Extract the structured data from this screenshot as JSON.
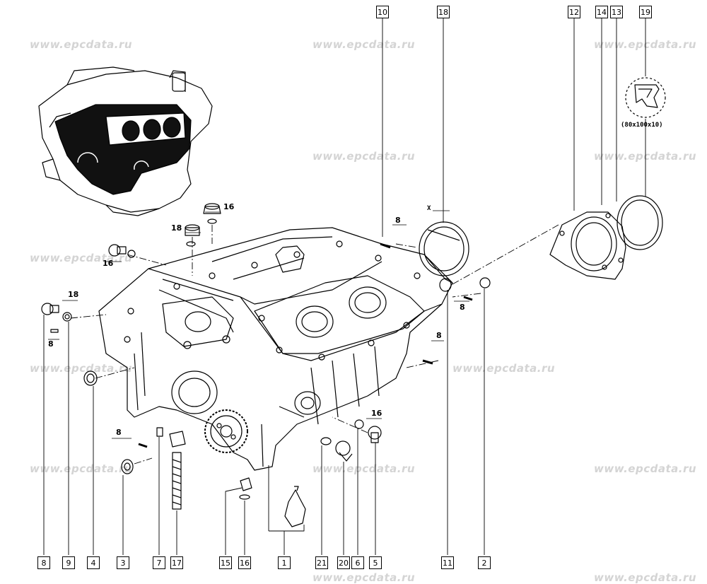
{
  "watermark": "www.epcdata.ru",
  "seal_dimension": "(80x100x10)",
  "clearance_label": "X",
  "callouts": {
    "top": [
      "10",
      "18",
      "12",
      "14",
      "13",
      "19"
    ],
    "bottom": [
      "8",
      "9",
      "4",
      "3",
      "7",
      "17",
      "15",
      "16",
      "1",
      "21",
      "20",
      "6",
      "5",
      "11",
      "2"
    ]
  },
  "inline_labels": {
    "l16_top": "16",
    "l18_top": "18",
    "l16_left": "16",
    "l18_left": "18",
    "l8_left": "8",
    "l8_left_low": "8",
    "l8_top_right": "8",
    "l8_right": "8",
    "l8_right_mid": "8",
    "l16_right": "16"
  }
}
